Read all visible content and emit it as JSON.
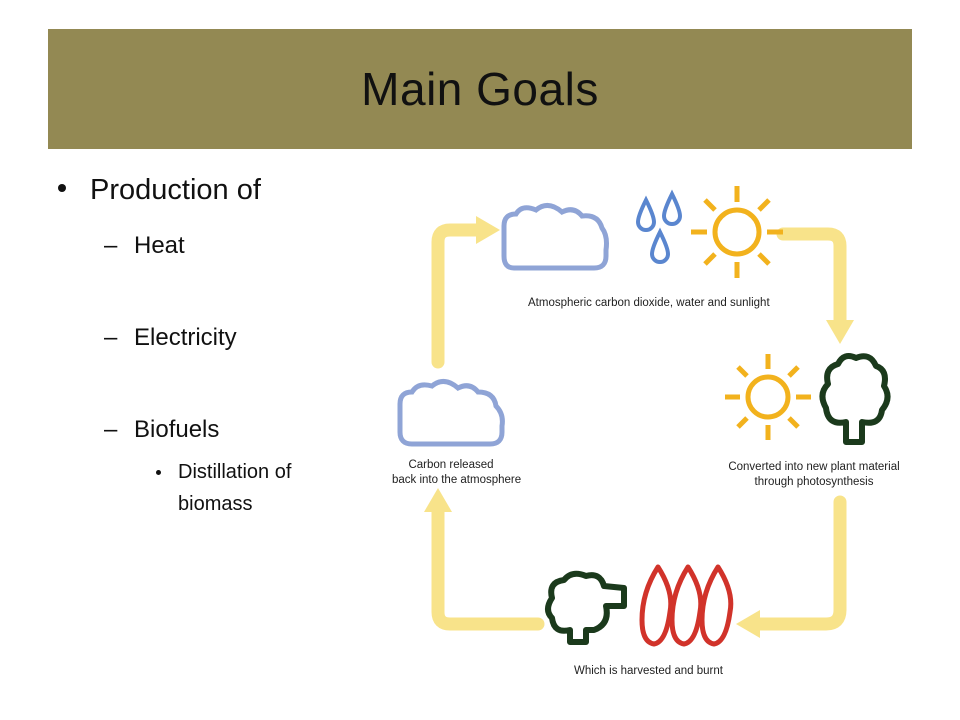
{
  "slide": {
    "title": "Main Goals",
    "bullets": {
      "level1": "Production of",
      "items": [
        "Heat",
        "Electricity",
        "Biofuels"
      ],
      "sub": "Distillation of biomass"
    }
  },
  "diagram": {
    "captions": {
      "top": "Atmospheric carbon dioxide, water and sunlight",
      "right_line1": "Converted into new plant material",
      "right_line2": "through photosynthesis",
      "bottom": "Which is harvested and burnt",
      "left_line1": "Carbon released",
      "left_line2": "back into the atmosphere"
    },
    "colors": {
      "arrow": "#f8e38a",
      "cloud": "#8fa4d6",
      "rain": "#5a86cf",
      "sun": "#f2b21d",
      "tree": "#1b3a1c",
      "flame": "#d1332a"
    }
  }
}
